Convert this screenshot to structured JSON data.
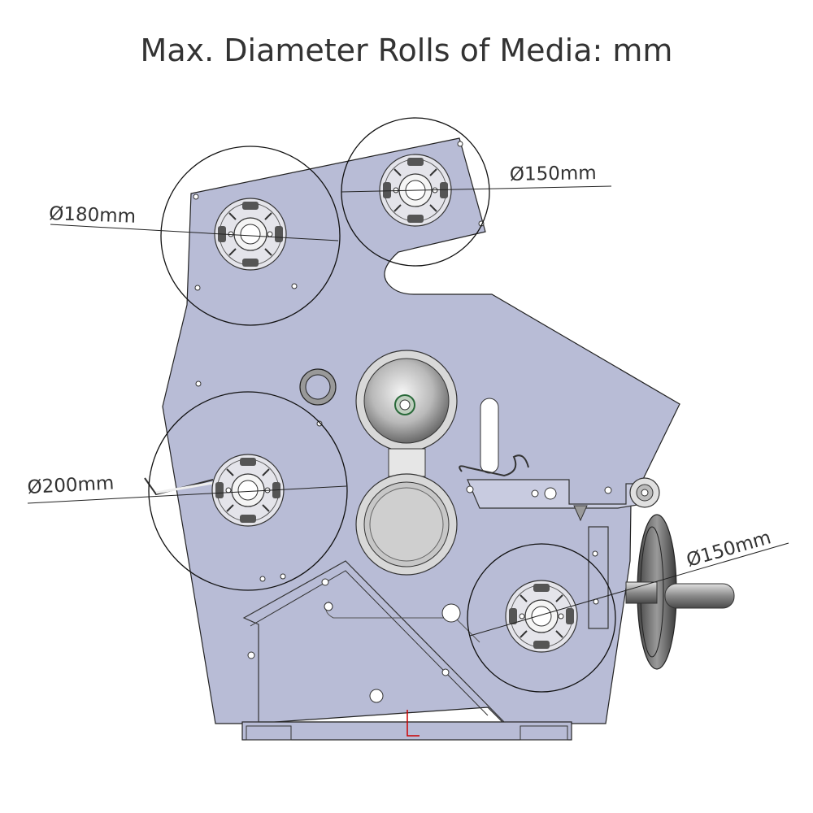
{
  "title": "Max. Diameter Rolls of Media: mm",
  "labels": {
    "d150_top": "Ø150mm",
    "d180": "Ø180mm",
    "d200": "Ø200mm",
    "d150_bottom": "Ø150mm"
  },
  "colors": {
    "panel": "#b8bcd6",
    "outline": "#222222",
    "text": "#333333",
    "accent": "#cc0000"
  }
}
